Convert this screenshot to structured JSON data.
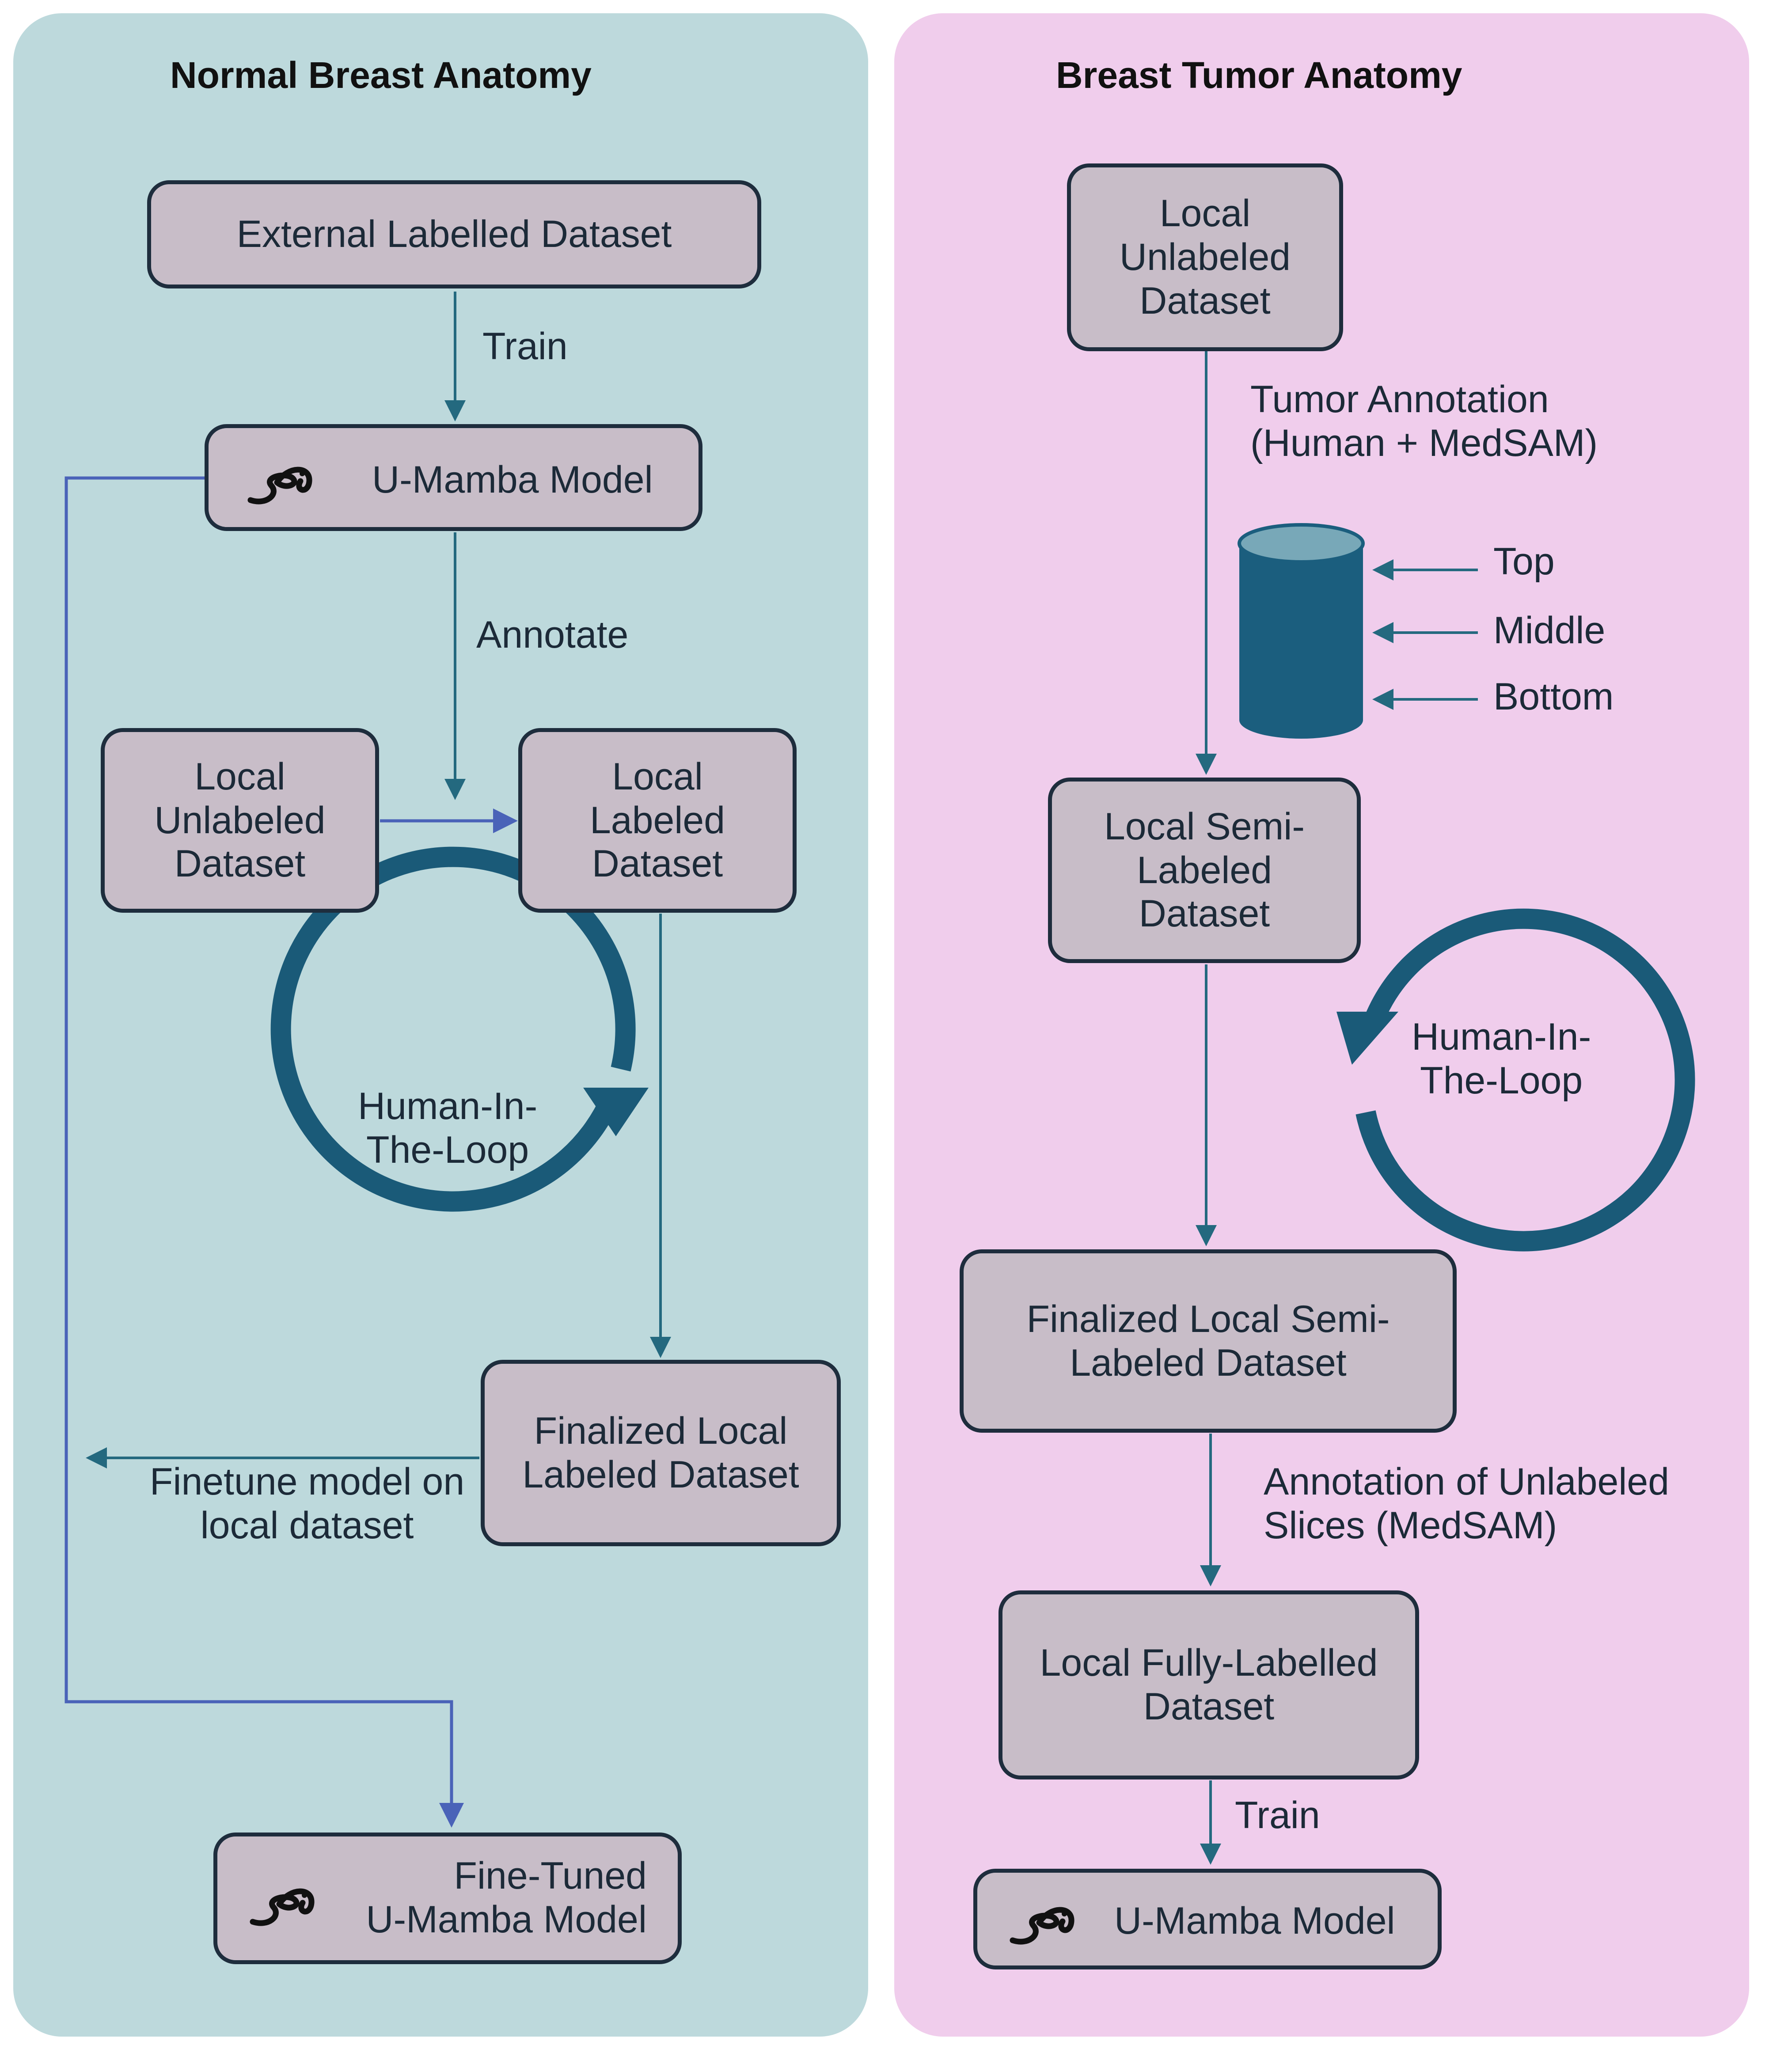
{
  "left_panel": {
    "title": "Normal Breast Anatomy",
    "external_dataset": "External Labelled Dataset",
    "train_label": "Train",
    "model": "U-Mamba Model",
    "annotate_label": "Annotate",
    "local_unlabeled": "Local\nUnlabeled\nDataset",
    "local_labeled": "Local\nLabeled\nDataset",
    "loop_label": "Human-In-\nThe-Loop",
    "finalized": "Finalized Local\nLabeled Dataset",
    "finetune_label": "Finetune model on\nlocal dataset",
    "finetuned_model": "Fine-Tuned\nU-Mamba Model"
  },
  "right_panel": {
    "title": "Breast Tumor Anatomy",
    "local_unlabeled": "Local\nUnlabeled\nDataset",
    "tumor_annotation_label": "Tumor Annotation\n(Human + MedSAM)",
    "slice_top": "Top",
    "slice_middle": "Middle",
    "slice_bottom": "Bottom",
    "semi_labeled": "Local Semi-\nLabeled\nDataset",
    "loop_label": "Human-In-\nThe-Loop",
    "finalized_semi": "Finalized Local Semi-\nLabeled Dataset",
    "annotation_unlabeled_label": "Annotation of Unlabeled\nSlices (MedSAM)",
    "fully_labelled": "Local Fully-Labelled\nDataset",
    "train_label": "Train",
    "model": "U-Mamba Model"
  },
  "colors": {
    "left_bg": "#bdd9dc",
    "right_bg": "#f0cdec",
    "box_fill": "#c8bdc8",
    "box_border": "#1e2d3d",
    "arrow_teal": "#24697f",
    "arrow_blue": "#4a63b8",
    "loop_color": "#1a5a78",
    "cylinder_body": "#1b5e7e",
    "cylinder_top": "#78a8b8"
  },
  "icons": [
    "snake-icon",
    "loop-arrow-icon",
    "cylinder-icon"
  ]
}
